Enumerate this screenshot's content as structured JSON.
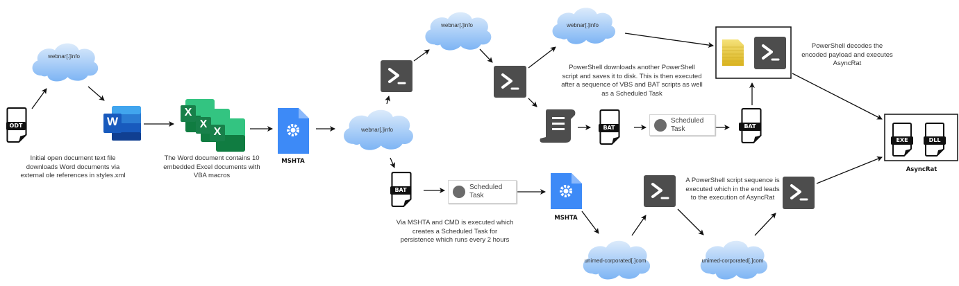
{
  "clouds": {
    "c1": "webnar[.]info",
    "c2": "webnar[.]info",
    "c3": "webnar[.]info",
    "c4": "webnar[.]info",
    "c5": "unimed-corporated[.]com",
    "c6": "unimed-corporated[.]com"
  },
  "file_badges": {
    "odt": "ODT",
    "bat1": "BAT",
    "bat2": "BAT",
    "bat3": "BAT",
    "exe": "EXE",
    "dll": "DLL"
  },
  "app_icons": {
    "word": "W",
    "excel": "X"
  },
  "labels": {
    "mshta1": "MSHTA",
    "mshta2": "MSHTA",
    "asyncrat": "AsyncRat"
  },
  "scheduled_task": {
    "line1": "Scheduled",
    "line2": "Task"
  },
  "captions": {
    "odt": [
      "Initial open document text file",
      "downloads Word documents via",
      "external ole references in styles.xml"
    ],
    "word": [
      "The Word document contains 10",
      "embedded Excel documents with",
      "VBA macros"
    ],
    "powershell_download": [
      "PowerShell downloads another PowerShell",
      "script and saves it to disk. This is then executed",
      "after a sequence of VBS and BAT scripts as well",
      "as a Scheduled Task"
    ],
    "decode": [
      "PowerShell decodes the",
      "encoded payload and executes",
      "AsyncRat"
    ],
    "mshta_cmd": [
      "Via MSHTA and CMD is executed which",
      "creates a Scheduled Task for",
      "persistence which runs every 2 hours"
    ],
    "ps_sequence": [
      "A PowerShell script sequence is",
      "executed which in the end leads",
      "to the execution of AsyncRat"
    ]
  },
  "colors": {
    "cloud_top": "#d8e9fb",
    "cloud_bottom": "#7fb6f5",
    "powershell_bg": "#4d4d4d",
    "word_blue": "#185abd",
    "excel_green": "#107c41",
    "mshta_blue": "#3d8af7",
    "note_yellow": "#e8c93a"
  }
}
